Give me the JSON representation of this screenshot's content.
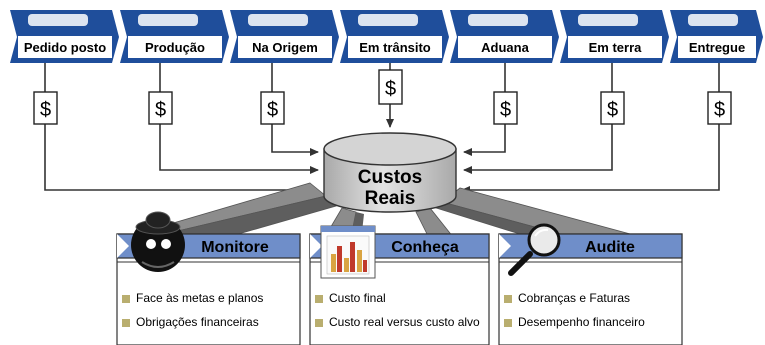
{
  "stages": [
    {
      "label": "Pedido posto",
      "symbol": "$"
    },
    {
      "label": "Produção",
      "symbol": "$"
    },
    {
      "label": "Na Origem",
      "symbol": "$"
    },
    {
      "label": "Em trânsito",
      "symbol": "$"
    },
    {
      "label": "Aduana",
      "symbol": "$"
    },
    {
      "label": "Em terra",
      "symbol": "$"
    },
    {
      "label": "Entregue",
      "symbol": "$"
    }
  ],
  "center": {
    "line1": "Custos",
    "line2": "Reais"
  },
  "panels": [
    {
      "title": "Monitore",
      "icon": "spy-icon",
      "bullets": [
        "Face às metas e planos",
        "Obrigações financeiras"
      ]
    },
    {
      "title": "Conheça",
      "icon": "report-chart-icon",
      "bullets": [
        "Custo final",
        "Custo real versus custo alvo"
      ]
    },
    {
      "title": "Audite",
      "icon": "magnifier-icon",
      "bullets": [
        "Cobranças e Faturas",
        "Desempenho financeiro"
      ]
    }
  ],
  "colors": {
    "stage_blue": "#1f4e9b",
    "panel_title": "#6f8ec9",
    "bullet": "#b9ae6f",
    "cylinder": "#cfcfcf",
    "beam": "#7d7d7d"
  }
}
